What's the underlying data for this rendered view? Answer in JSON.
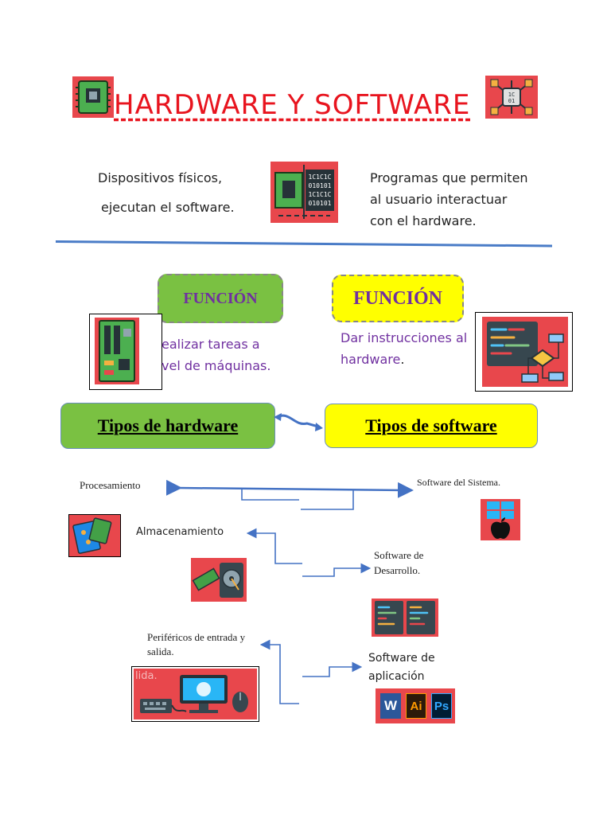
{
  "title": "HARDWARE Y SOFTWARE",
  "hardware_desc": {
    "line1": "Dispositivos físicos,",
    "line2": "ejecutan el software."
  },
  "software_desc": {
    "line1": "Programas que permiten",
    "line2": "al usuario interactuar",
    "line3": "con el hardware."
  },
  "funcion_hw": {
    "label": "FUNCIÓN",
    "line1": "ealizar tareas a",
    "line2": "vel de máquinas."
  },
  "funcion_sw": {
    "label": "FUNCIÓN",
    "line1": "Dar instrucciones al",
    "line2": "hardware",
    "line2_end": "."
  },
  "tipos_hw": "Tipos de hardware",
  "tipos_sw": "Tipos de software",
  "hw_types": {
    "procesamiento": "Procesamiento",
    "almacenamiento": "Almacenamiento",
    "perifericos_1": "Periféricos de entrada y",
    "perifericos_2": "salida."
  },
  "sw_types": {
    "sistema": "Software del Sistema.",
    "desarrollo_1": "Software de",
    "desarrollo_2": "Desarrollo.",
    "aplicacion_1": "Software de",
    "aplicacion_2": "aplicación"
  },
  "peripherals_image_text": "lida.",
  "chip_code": [
    "1C1C1C",
    "010101",
    "1C1C1C",
    "010101"
  ],
  "app_icons": [
    "W",
    "Ai",
    "Ps"
  ],
  "colors": {
    "title_red": "#e8141e",
    "icon_bg": "#e8474c",
    "funcion_green": "#7ac142",
    "funcion_yellow": "#ffff00",
    "funcion_text_purple": "#7030a0",
    "link_blue": "#4472c4",
    "divider_blue": "#4a7cc7"
  }
}
